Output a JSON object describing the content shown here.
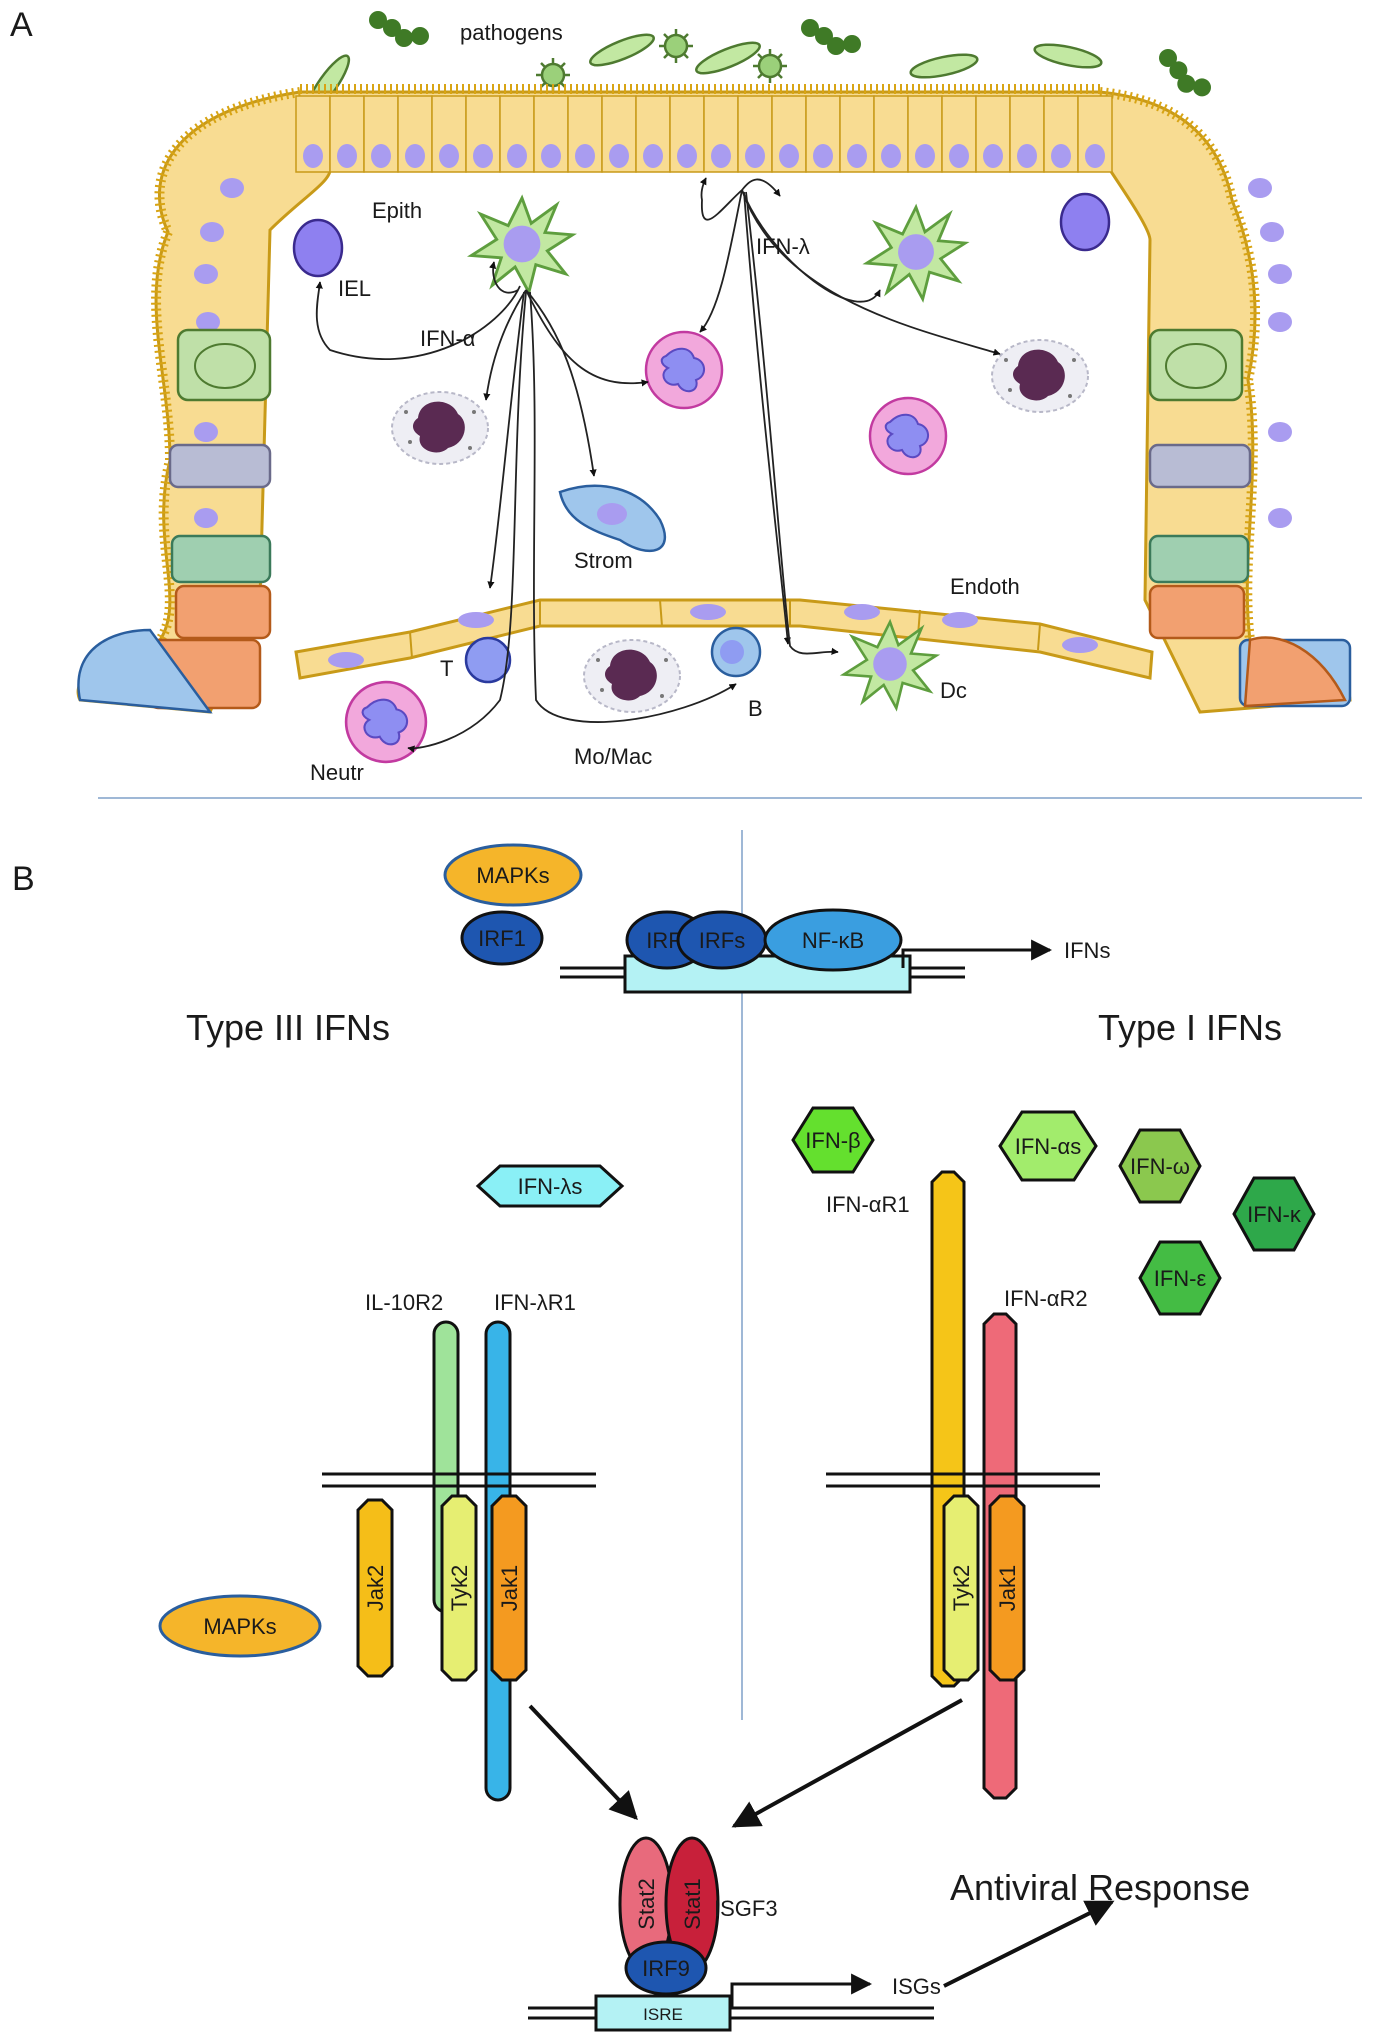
{
  "panels": {
    "a": "A",
    "b": "B"
  },
  "panel_a": {
    "pathogens": "pathogens",
    "epith": "Epith",
    "iel": "IEL",
    "ifn_alpha": "IFN-α",
    "ifn_lambda": "IFN-λ",
    "strom": "Strom",
    "endoth": "Endoth",
    "t": "T",
    "b": "B",
    "dc": "Dc",
    "neutr": "Neutr",
    "mo_mac": "Mo/Mac"
  },
  "panel_b": {
    "type3": "Type III IFNs",
    "type1": "Type I IFNs",
    "top": {
      "mapks": "MAPKs",
      "irf1": "IRF1",
      "irf": "IRF",
      "irfs": "IRFs",
      "nfkb": "NF-κB",
      "ifns": "IFNs"
    },
    "left": {
      "ifn_lambdas": "IFN-λs",
      "il10r2": "IL-10R2",
      "ifnlr1": "IFN-λR1",
      "jak2": "Jak2",
      "tyk2": "Tyk2",
      "jak1": "Jak1",
      "mapks": "MAPKs"
    },
    "right": {
      "ifn_beta": "IFN-β",
      "ifn_alphas": "IFN-αs",
      "ifn_omega": "IFN-ω",
      "ifn_kappa": "IFN-κ",
      "ifn_epsilon": "IFN-ε",
      "ifnar1": "IFN-αR1",
      "ifnar2": "IFN-αR2",
      "tyk2": "Tyk2",
      "jak1": "Jak1"
    },
    "bottom": {
      "stat2": "Stat2",
      "stat1": "Stat1",
      "isgf3": "ISGF3",
      "irf9": "IRF9",
      "isre": "ISRE",
      "isgs": "ISGs",
      "antiviral": "Antiviral Response"
    }
  },
  "colors": {
    "epithelium": "#f8dc92",
    "nucleus": "#a99cf0",
    "dendritic": "#c2e8a2",
    "neutrophil": "#f2a8dc",
    "lymphocyte": "#8f9cf2",
    "stromal": "#9fc6ec",
    "macrophage": "#5a2a52",
    "pathogen": "#4e7a30",
    "irf": "#1e56b0",
    "nfkb": "#3a9ee0",
    "mapks": "#f5b52a",
    "il10r2": "#9fe39a",
    "ifnlr1": "#38b4e8",
    "jak2": "#f5be18",
    "tyk2": "#e6ee72",
    "jak1": "#f49a20",
    "ifnar1": "#f5c518",
    "ifnar2": "#ee6a78",
    "stat2": "#e86a7c",
    "stat1": "#c8203a",
    "dna_box": "#b4f2f4",
    "ifn_lambdas": "#8af0f6",
    "ifn_beta": "#64e02e",
    "ifn_alphas": "#a2ec6c",
    "ifn_omega": "#8bc84e",
    "ifn_kappa": "#2ea84a",
    "ifn_epsilon": "#44bc44"
  }
}
